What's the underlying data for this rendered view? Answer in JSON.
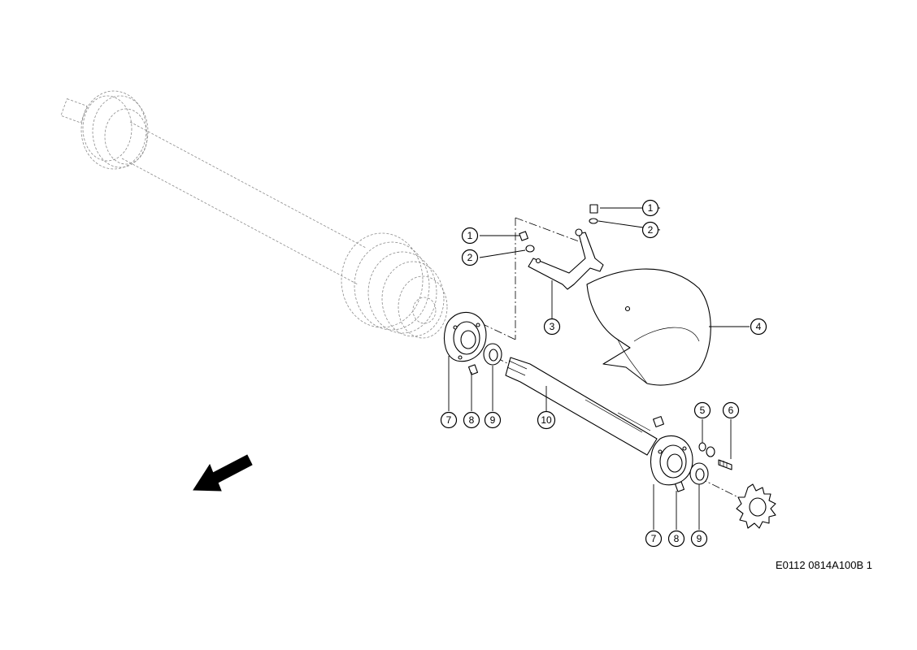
{
  "document_ref": "E0112 0814A100B 1",
  "callouts": [
    {
      "id": "c1a",
      "label": "1"
    },
    {
      "id": "c2a",
      "label": "2"
    },
    {
      "id": "c1b",
      "label": "1"
    },
    {
      "id": "c2b",
      "label": "2"
    },
    {
      "id": "c3",
      "label": "3"
    },
    {
      "id": "c4",
      "label": "4"
    },
    {
      "id": "c5",
      "label": "5"
    },
    {
      "id": "c6",
      "label": "6"
    },
    {
      "id": "c7a",
      "label": "7"
    },
    {
      "id": "c8a",
      "label": "8"
    },
    {
      "id": "c9a",
      "label": "9"
    },
    {
      "id": "c10",
      "label": "10"
    },
    {
      "id": "c7b",
      "label": "7"
    },
    {
      "id": "c8b",
      "label": "8"
    },
    {
      "id": "c9b",
      "label": "9"
    }
  ],
  "icons": {
    "direction_arrow": "direction-arrow-icon"
  }
}
